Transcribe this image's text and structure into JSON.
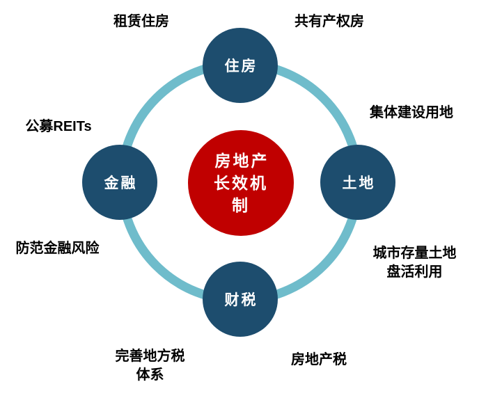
{
  "diagram": {
    "center": {
      "text": "房地产\n长效机\n制"
    },
    "nodes": {
      "top": {
        "label": "住房"
      },
      "right": {
        "label": "土地"
      },
      "bottom": {
        "label": "财税"
      },
      "left": {
        "label": "金融"
      }
    },
    "labels": {
      "top_left": "租赁住房",
      "top_right": "共有产权房",
      "left_upper": "公募REITs",
      "right_upper": "集体建设用地",
      "left_lower": "防范金融风险",
      "right_lower": "城市存量土地\n盘活利用",
      "bottom_left": "完善地方税\n体系",
      "bottom_right": "房地产税"
    },
    "colors": {
      "center_circle": "#C00000",
      "node_circle": "#1D4D6E",
      "ring": "#6FBCCB",
      "label_text": "#000000",
      "circle_text": "#FFFFFF"
    }
  }
}
